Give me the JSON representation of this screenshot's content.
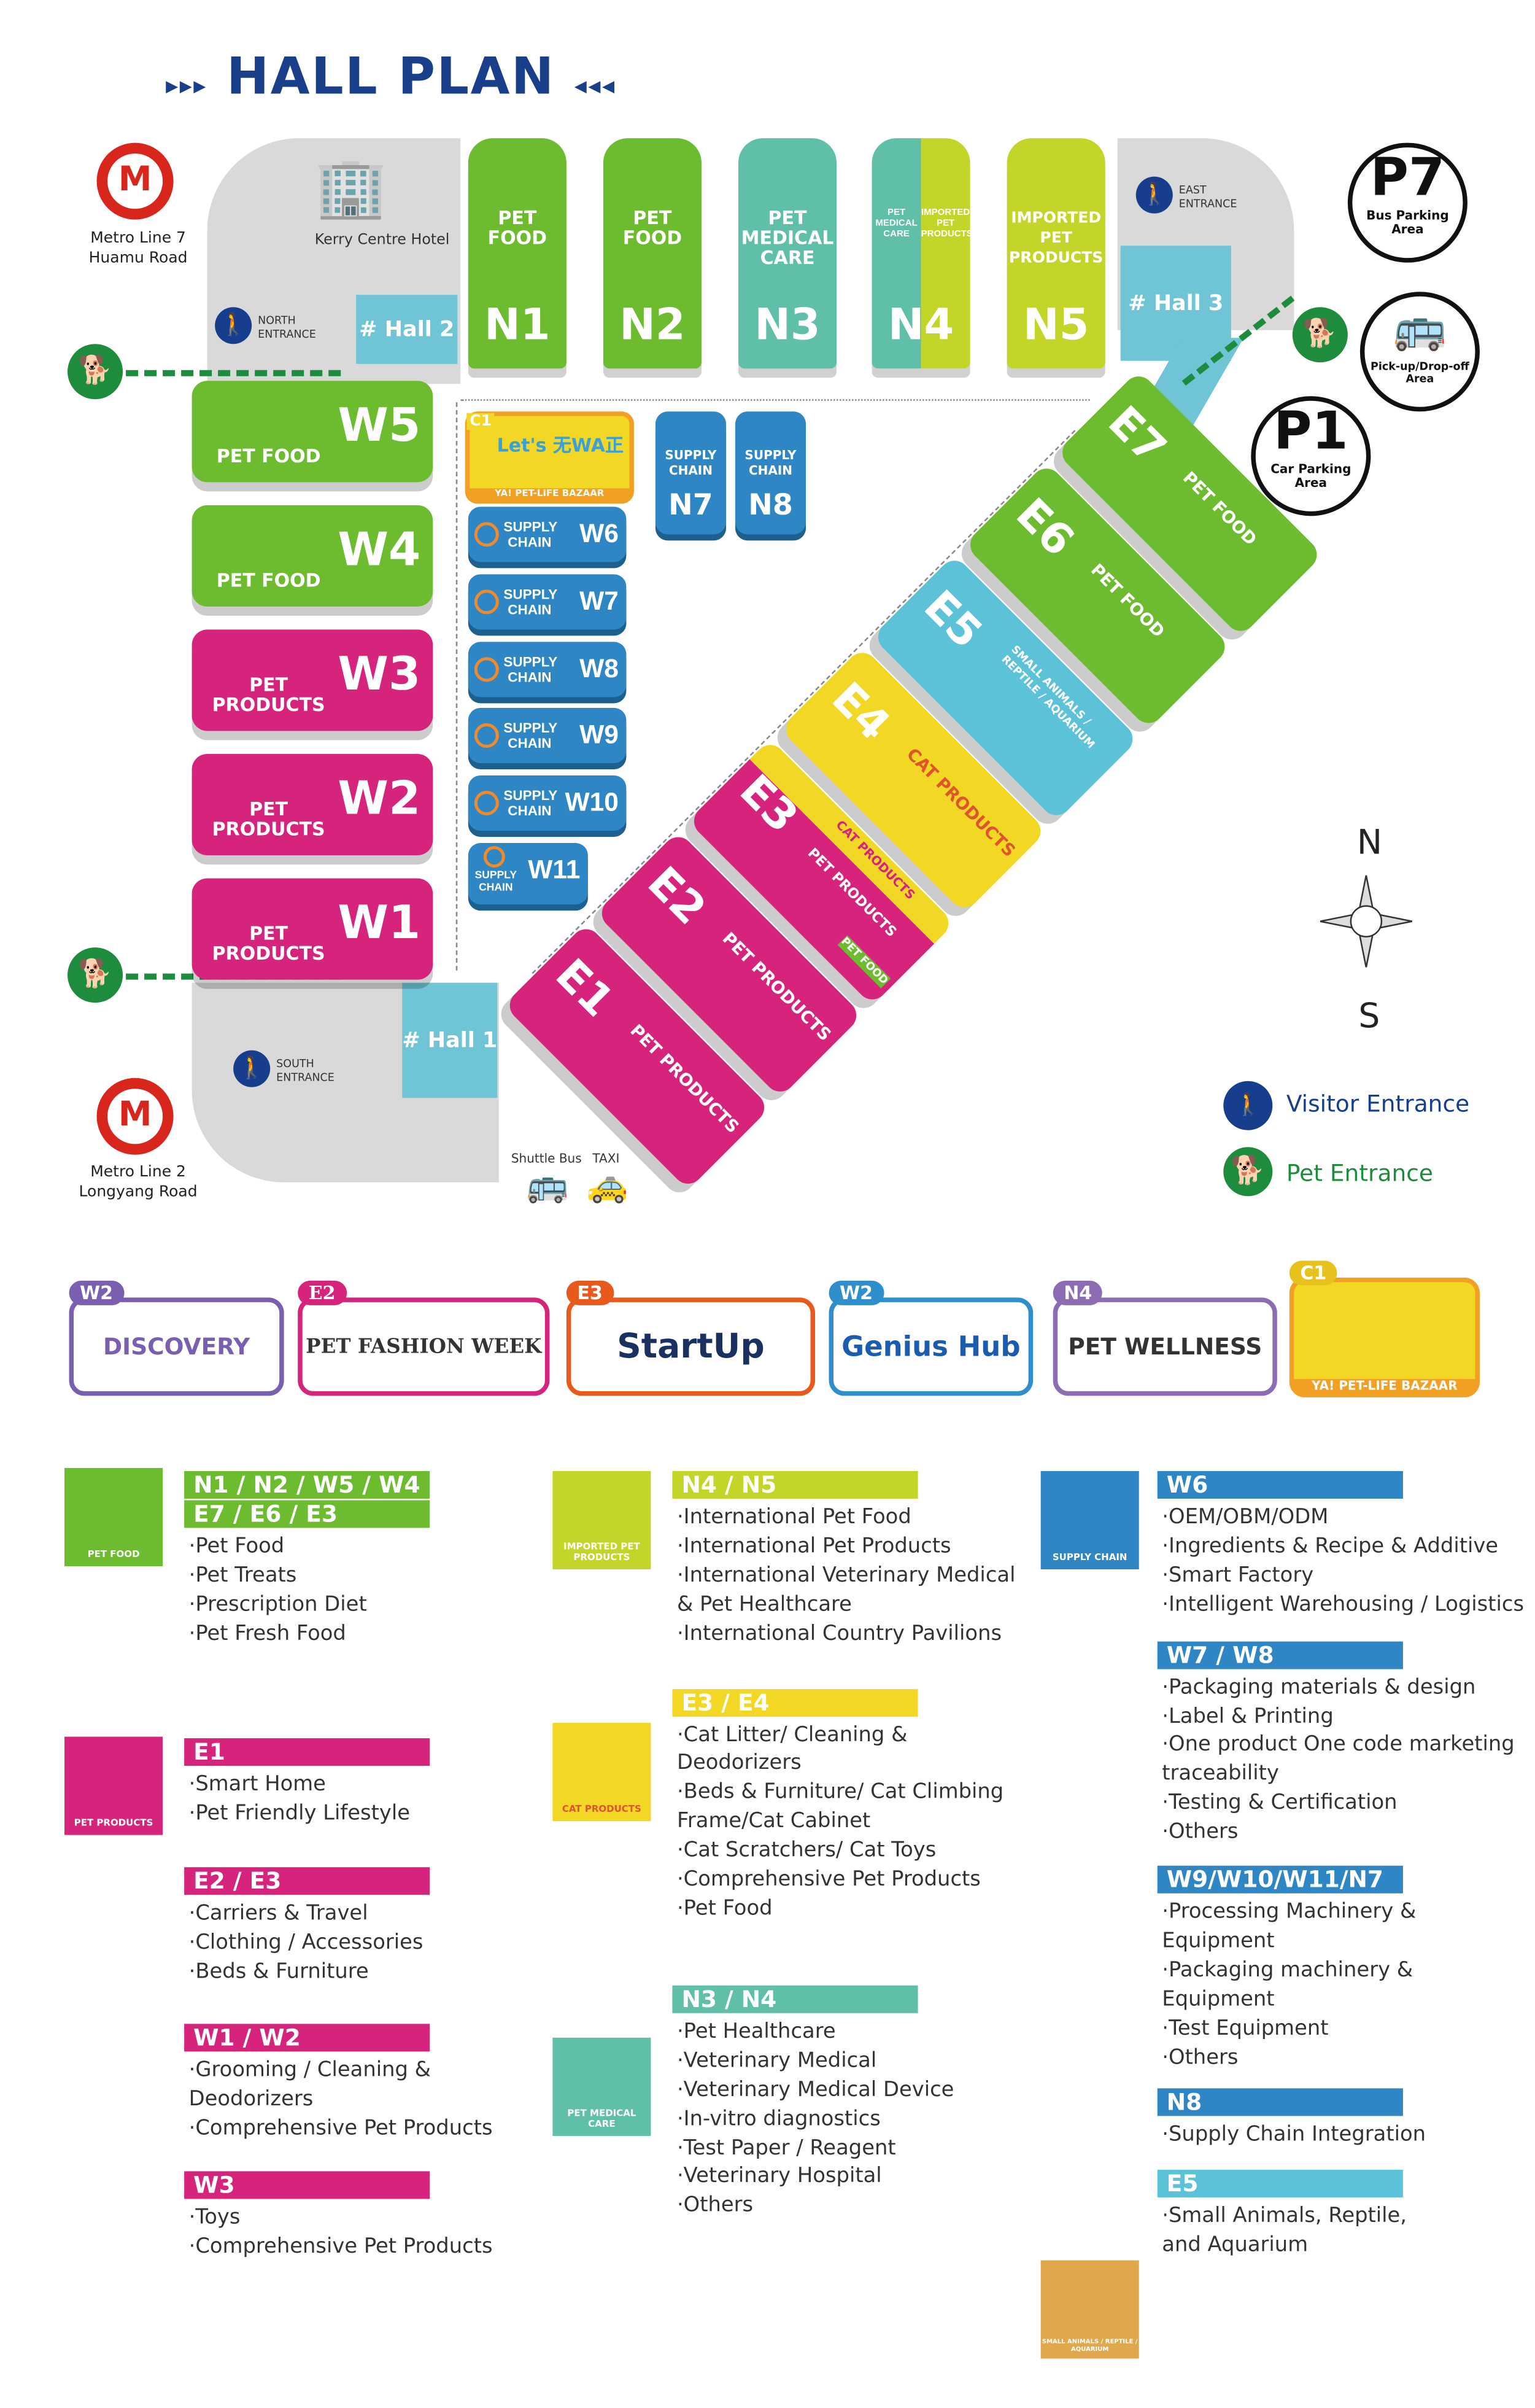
{
  "title": "HALL PLAN",
  "title_arrows": {
    "left": "▸▸▸",
    "right": "◂◂◂"
  },
  "colors": {
    "green": "#6dbb2f",
    "teal": "#5fbfa9",
    "lime": "#c4d52a",
    "magenta": "#d6247d",
    "blue": "#2f86c4",
    "lightblue": "#6fc5d6",
    "yellow": "#f2d824",
    "navy": "#1a3f8a"
  },
  "landmarks": {
    "metro7": "Metro Line 7",
    "metro7_station": "Huamu Road",
    "metro2": "Metro Line 2",
    "metro2_station": "Longyang Road",
    "hotel": "Kerry Centre Hotel",
    "north_entrance": "NORTH ENTRANCE",
    "east_entrance": "EAST ENTRANCE",
    "south_entrance": "SOUTH ENTRANCE",
    "hall1": "# Hall 1",
    "hall2": "# Hall 2",
    "hall3": "# Hall 3",
    "p7": "P7",
    "p7_label": "Bus Parking Area",
    "pickup": "Pick-up/Drop-off Area",
    "p1": "P1",
    "p1_label": "Car Parking Area",
    "shuttle": "Shuttle Bus",
    "taxi": "TAXI"
  },
  "north_halls": [
    {
      "code": "N1",
      "label": "PET FOOD",
      "color": "#6dbb2f"
    },
    {
      "code": "N2",
      "label": "PET FOOD",
      "color": "#6dbb2f"
    },
    {
      "code": "N3",
      "label": "PET MEDICAL CARE",
      "color": "#5fbfa9"
    },
    {
      "code": "N4",
      "label": "PET MEDICAL CARE",
      "label2": "IMPORTED PET PRODUCTS",
      "color": "#5fbfa9"
    },
    {
      "code": "N5",
      "label": "IMPORTED PET PRODUCTS",
      "color": "#c4d52a"
    }
  ],
  "west_halls": [
    {
      "code": "W5",
      "label": "PET FOOD",
      "color": "#6dbb2f"
    },
    {
      "code": "W4",
      "label": "PET FOOD",
      "color": "#6dbb2f"
    },
    {
      "code": "W3",
      "label": "PET PRODUCTS",
      "color": "#d6247d"
    },
    {
      "code": "W2",
      "label": "PET PRODUCTS",
      "color": "#d6247d"
    },
    {
      "code": "W1",
      "label": "PET PRODUCTS",
      "color": "#d6247d"
    }
  ],
  "supply_halls": [
    {
      "code": "N7",
      "label": "SUPPLY CHAIN"
    },
    {
      "code": "N8",
      "label": "SUPPLY CHAIN"
    },
    {
      "code": "W6",
      "label": "SUPPLY CHAIN"
    },
    {
      "code": "W7",
      "label": "SUPPLY CHAIN"
    },
    {
      "code": "W8",
      "label": "SUPPLY CHAIN"
    },
    {
      "code": "W9",
      "label": "SUPPLY CHAIN"
    },
    {
      "code": "W10",
      "label": "SUPPLY CHAIN"
    },
    {
      "code": "W11",
      "label": "SUPPLY CHAIN"
    }
  ],
  "c1": {
    "code": "C1",
    "title": "Let's 无WA正",
    "label": "YA! PET-LIFE BAZAAR"
  },
  "east_halls": [
    {
      "code": "E7",
      "label": "PET FOOD",
      "color": "#6dbb2f"
    },
    {
      "code": "E6",
      "label": "PET FOOD",
      "color": "#6dbb2f"
    },
    {
      "code": "E5",
      "label": "SMALL ANIMALS / REPTILE / AQUARIUM",
      "color": "#5bc2d8"
    },
    {
      "code": "E4",
      "label": "CAT PRODUCTS",
      "color": "#f2d824"
    },
    {
      "code": "E3",
      "label": "PET PRODUCTS",
      "label2": "CAT PRODUCTS",
      "label3": "PET FOOD",
      "color": "#d6247d"
    },
    {
      "code": "E2",
      "label": "PET PRODUCTS",
      "color": "#d6247d"
    },
    {
      "code": "E1",
      "label": "PET PRODUCTS",
      "color": "#d6247d"
    }
  ],
  "compass": {
    "n": "N",
    "s": "S"
  },
  "entrance_legend": {
    "visitor": "Visitor Entrance",
    "pet": "Pet Entrance"
  },
  "brands": [
    {
      "tag": "W2",
      "name": "DISCOVERY",
      "color": "#7a5fb0"
    },
    {
      "tag": "E2",
      "name": "PET FASHION WEEK",
      "color": "#d6247d"
    },
    {
      "tag": "E3",
      "name": "StartUp",
      "color": "#e75a1b"
    },
    {
      "tag": "W2",
      "name": "Genius Hub",
      "color": "#2f8fcc"
    },
    {
      "tag": "N4",
      "name": "PET WELLNESS",
      "color": "#8c6db4"
    },
    {
      "tag": "C1",
      "name": "YA! PET-LIFE BAZAAR",
      "color": "#f2a024"
    }
  ],
  "legend": {
    "icons": {
      "pet_food": "PET FOOD",
      "imported": "IMPORTED PET PRODUCTS",
      "supply": "SUPPLY CHAIN",
      "pet_products": "PET PRODUCTS",
      "cat": "CAT PRODUCTS",
      "medical": "PET MEDICAL CARE",
      "small": "SMALL ANIMALS / REPTILE / AQUARIUM"
    },
    "food": {
      "head1": "N1 / N2 / W5 / W4",
      "head2": "E7 / E6 / E3",
      "items": [
        "Pet Food",
        "Pet Treats",
        "Prescription Diet",
        "Pet Fresh Food"
      ]
    },
    "e1": {
      "head": "E1",
      "items": [
        "Smart Home",
        "Pet Friendly Lifestyle"
      ]
    },
    "e2e3": {
      "head": "E2 / E3",
      "items": [
        "Carriers & Travel",
        "Clothing / Accessories",
        "Beds & Furniture"
      ]
    },
    "w1w2": {
      "head": "W1 / W2",
      "items": [
        "Grooming / Cleaning & Deodorizers",
        "Comprehensive Pet Products"
      ]
    },
    "w3": {
      "head": "W3",
      "items": [
        "Toys",
        "Comprehensive Pet Products"
      ]
    },
    "n4n5": {
      "head": "N4 / N5",
      "items": [
        "International Pet Food",
        "International Pet Products",
        "International Veterinary Medical & Pet Healthcare",
        "International Country Pavilions"
      ]
    },
    "e3e4": {
      "head": "E3 / E4",
      "items": [
        "Cat Litter/ Cleaning & Deodorizers",
        "Beds & Furniture/ Cat Climbing Frame/Cat Cabinet",
        "Cat Scratchers/ Cat Toys",
        "Comprehensive Pet Products",
        "Pet Food"
      ]
    },
    "n3n4": {
      "head": "N3 / N4",
      "items": [
        "Pet Healthcare",
        "Veterinary Medical",
        "Veterinary Medical Device",
        "In-vitro diagnostics",
        "Test Paper / Reagent",
        "Veterinary Hospital",
        "Others"
      ]
    },
    "w6": {
      "head": "W6",
      "items": [
        "OEM/OBM/ODM",
        "Ingredients & Recipe & Additive",
        "Smart Factory",
        "Intelligent Warehousing / Logistics"
      ]
    },
    "w7w8": {
      "head": "W7 / W8",
      "items": [
        "Packaging materials & design",
        "Label & Printing",
        "One product One code marketing traceability",
        "Testing & Certification",
        "Others"
      ]
    },
    "w9": {
      "head": "W9/W10/W11/N7",
      "items": [
        "Processing Machinery & Equipment",
        "Packaging machinery & Equipment",
        "Test Equipment",
        "Others"
      ]
    },
    "n8": {
      "head": "N8",
      "items": [
        "Supply Chain Integration"
      ]
    },
    "e5": {
      "head": "E5",
      "items": [
        "Small Animals, Reptile, and Aquarium"
      ]
    }
  }
}
